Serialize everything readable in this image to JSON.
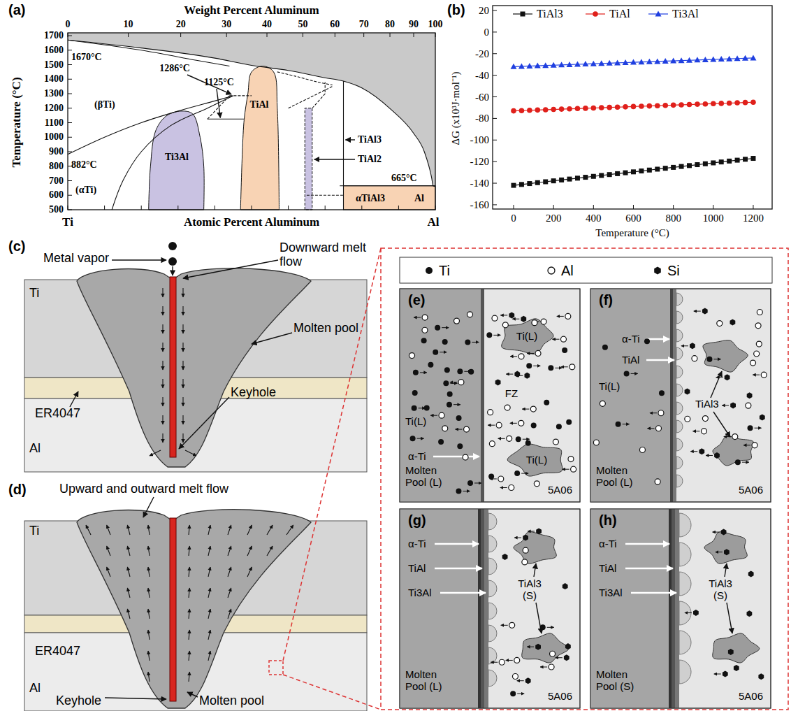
{
  "diagram": {
    "labels": [
      "(a)",
      "Weight Percent Aluminum",
      "0",
      "10",
      "20",
      "30",
      "40",
      "50",
      "60",
      "70",
      "80",
      "90",
      "100",
      "Temperature (°C)",
      "1700",
      "1600",
      "1500",
      "1400",
      "1300",
      "1200",
      "1100",
      "1000",
      "900",
      "800",
      "700",
      "600",
      "500",
      "1670°C",
      "(βTi)",
      "1286°C",
      "1125°C",
      "Ti3Al",
      "TiAl",
      "TiAl3",
      "TiAl2",
      "882°C",
      "(αTi)",
      "665°C",
      "αTiAl3",
      "Al",
      "Ti",
      "Atomic Percent Aluminum",
      "Al",
      "(b)",
      "20",
      "0",
      "-20",
      "-40",
      "-60",
      "-80",
      "-100",
      "-120",
      "-140",
      "-160",
      "ΔG (x10³J·mol⁻¹)",
      "0",
      "200",
      "400",
      "600",
      "800",
      "1000",
      "1200",
      "Temperature (°C)",
      "(c)",
      "Metal vapor",
      "Downward melt flow",
      "Ti",
      "ER4047",
      "Al",
      "Molten pool",
      "Keyhole",
      "(d)",
      "Upward and outward melt flow",
      "Ti",
      "ER4047",
      "Al",
      "Keyhole",
      "Molten pool",
      "(e)",
      "Ti(L)",
      "FZ",
      "Ti(L)",
      "α-Ti",
      "Ti(L)",
      "Molten Pool (L)",
      "5A06",
      "(f)",
      "α-Ti",
      "TiAl",
      "Ti(L)",
      "TiAl3",
      "Molten Pool (L)",
      "5A06",
      "(g)",
      "α-Ti",
      "TiAl",
      "Ti3Al",
      "TiAl3 (S)",
      "Molten Pool (L)",
      "5A06",
      "(h)",
      "α-Ti",
      "TiAl",
      "Ti3Al",
      "TiAl3 (S)",
      "Molten Pool (S)",
      "5A06"
    ],
    "legend": [
      {
        "text": "TiAl3"
      },
      {
        "text": "TiAl"
      },
      {
        "text": "Ti3Al"
      },
      {
        "text": "Ti"
      },
      {
        "text": "Al"
      },
      {
        "text": "Si"
      }
    ]
  }
}
